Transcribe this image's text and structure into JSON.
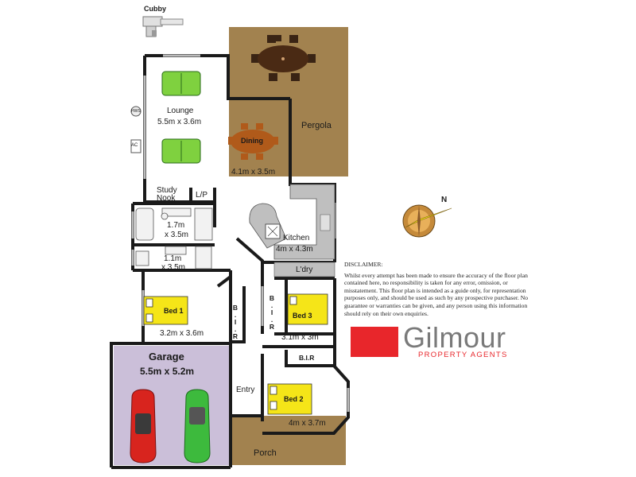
{
  "rooms": {
    "cubby": "Cubby",
    "pergola": "Pergola",
    "lounge_name": "Lounge",
    "lounge_size": "5.5m x 3.6m",
    "dining_name": "Dining",
    "dining_size": "4.1m x 3.5m",
    "study_line1": "Study",
    "study_line2": "Nook",
    "lp": "L/P",
    "bath_size_line1": "1.7m",
    "bath_size_line2": "x 3.5m",
    "ens_size_line1": "1.1m",
    "ens_size_line2": "x 3.5m",
    "kitchen_name": "Kitchen",
    "kitchen_size": "4m x 4.3m",
    "laundry": "L'dry",
    "bed1_name": "Bed 1",
    "bed1_size": "3.2m x 3.6m",
    "bir1": "B.I.R",
    "bir2": "B.I.R",
    "bir3": "B.I.R",
    "bed3_name": "Bed 3",
    "bed3_size": "3.1m x 3m",
    "bed2_name": "Bed 2",
    "bed2_size": "4m x 3.7m",
    "garage_name": "Garage",
    "garage_size": "5.5m x 5.2m",
    "entry": "Entry",
    "porch": "Porch",
    "ac": "AC",
    "hws": "HWS"
  },
  "compass": {
    "north_letter": "N"
  },
  "disclaimer": {
    "title": "DISCLAIMER:",
    "body": "Whilst every attempt has been made to ensure the accuracy of the floor plan contained here, no responsibility is taken for any error, omission, or misstatement. This floor plan is intended as a guide only, for representation purposes only, and should be used as such by any prospective purchaser. No guarantee or warranties can be given, and any person using this information should rely on their own enquiries."
  },
  "brand": {
    "name": "Gilmour",
    "tagline": "PROPERTY AGENTS",
    "accent_color": "#e8262b",
    "name_color": "#7a7a7a"
  },
  "colors": {
    "wall": "#1a1a1a",
    "deck": "#a2824f",
    "garage": "#cbbfd9",
    "bed": "#f5e518",
    "sofa": "#7fd13f",
    "dining_table": "#b05a1a",
    "car_red": "#d8241e",
    "car_green": "#3dba3d"
  }
}
